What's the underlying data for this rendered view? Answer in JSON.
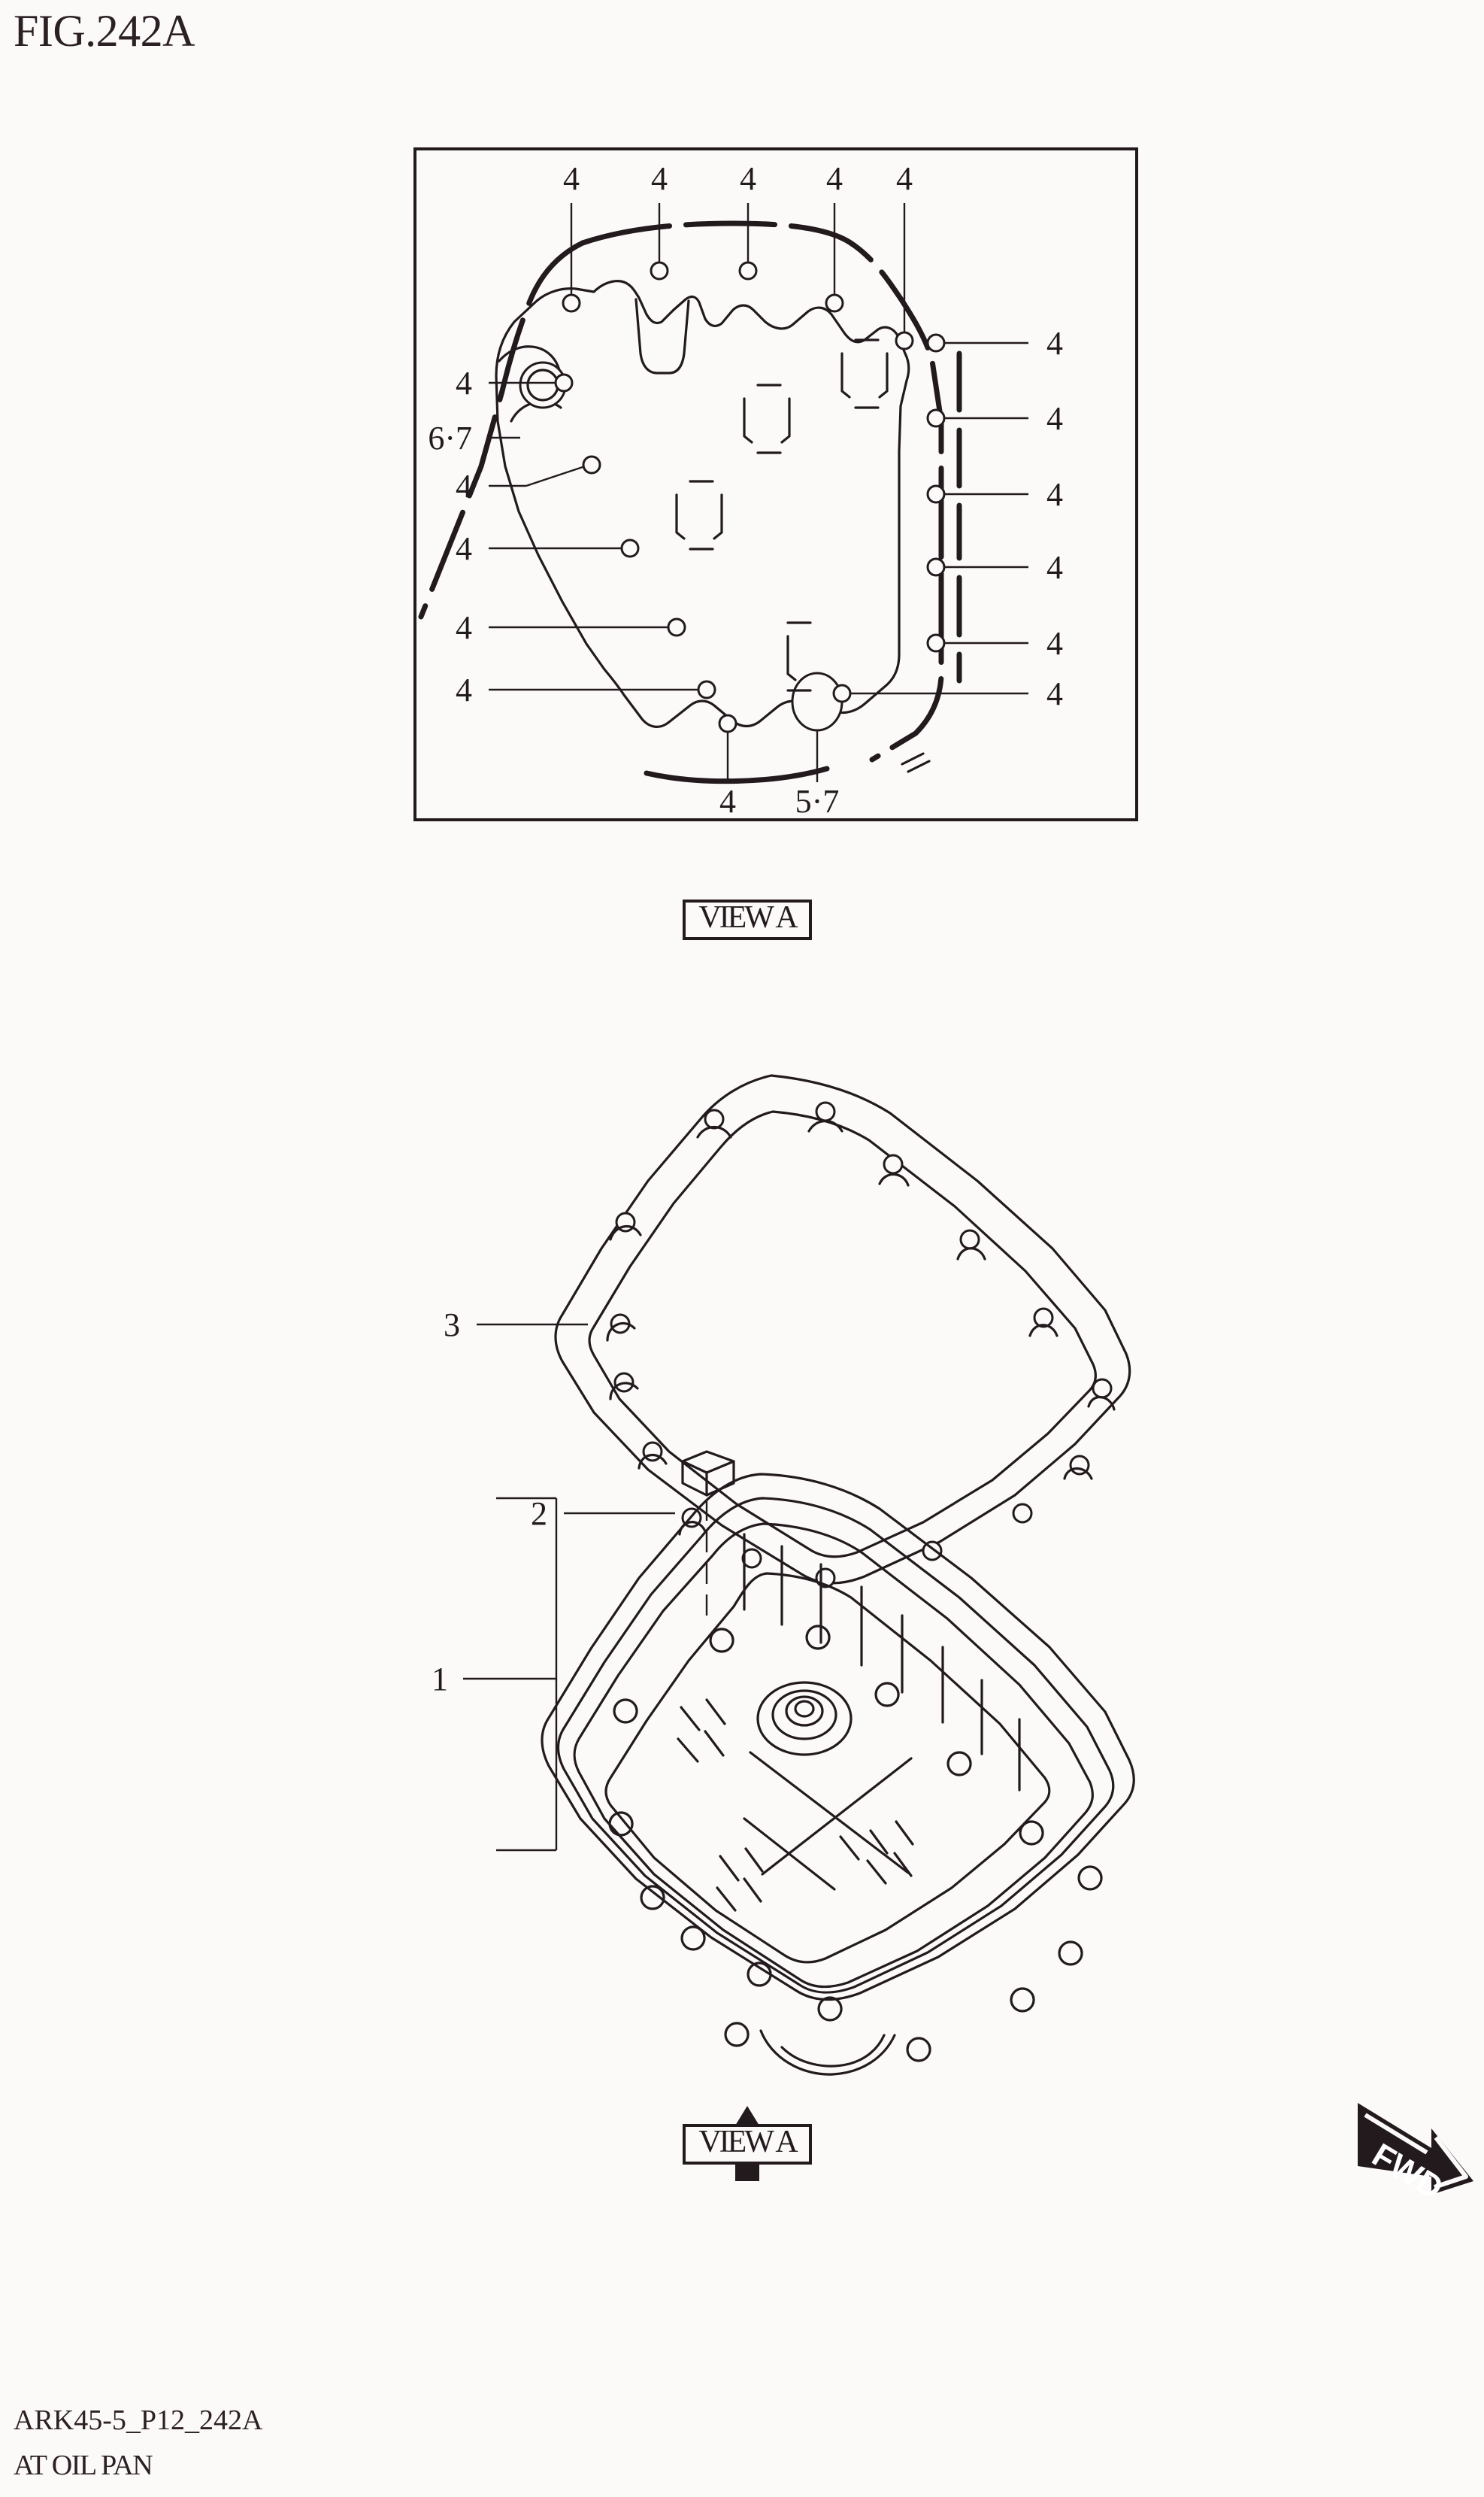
{
  "figure": {
    "title": "FIG.242A",
    "footer_code": "ARK45-5_P12_242A",
    "footer_name": "AT OIL PAN"
  },
  "labels": {
    "view_a_top": "VIEW A",
    "view_a_bottom": "VIEW A",
    "fwd_arrow": "FWD"
  },
  "detail_view": {
    "top_callouts": [
      {
        "id": "top-1",
        "text": "4"
      },
      {
        "id": "top-2",
        "text": "4"
      },
      {
        "id": "top-3",
        "text": "4"
      },
      {
        "id": "top-4",
        "text": "4"
      },
      {
        "id": "top-5",
        "text": "4"
      }
    ],
    "left_callouts": [
      {
        "id": "left-1",
        "text": "4"
      },
      {
        "id": "left-2",
        "text": "6·7"
      },
      {
        "id": "left-3",
        "text": "4"
      },
      {
        "id": "left-4",
        "text": "4"
      },
      {
        "id": "left-5",
        "text": "4"
      },
      {
        "id": "left-6",
        "text": "4"
      }
    ],
    "right_callouts": [
      {
        "id": "right-1",
        "text": "4"
      },
      {
        "id": "right-2",
        "text": "4"
      },
      {
        "id": "right-3",
        "text": "4"
      },
      {
        "id": "right-4",
        "text": "4"
      },
      {
        "id": "right-5",
        "text": "4"
      },
      {
        "id": "right-6",
        "text": "4"
      }
    ],
    "bottom_callouts": [
      {
        "id": "bottom-1",
        "text": "4"
      },
      {
        "id": "bottom-2",
        "text": "5·7"
      }
    ]
  },
  "exploded_view": {
    "callouts": [
      {
        "id": "gasket",
        "text": "3"
      },
      {
        "id": "drain-plug",
        "text": "2"
      },
      {
        "id": "oil-pan",
        "text": "1"
      }
    ]
  },
  "colors": {
    "ink": "#231a1e",
    "paper": "#fbfaf9"
  }
}
